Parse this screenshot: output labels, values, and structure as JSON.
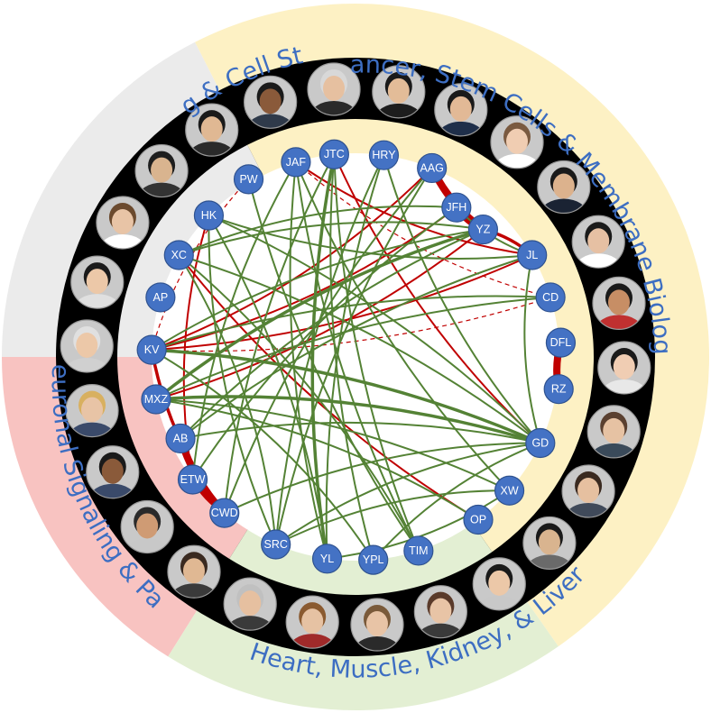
{
  "sections": [
    {
      "label": "Cancer, Stem Cells & Membrane Biology",
      "color": "#fdf1c4"
    },
    {
      "label": "Aging & Cell Stress",
      "color": "#ebebeb"
    },
    {
      "label": "Neuronal Signaling & Pain",
      "color": "#f8c3c1"
    },
    {
      "label": "Heart, Muscle, Kidney, & Liver",
      "color": "#e3efd3"
    }
  ],
  "colors": {
    "label_text": "#3d6ec2",
    "node_fill": "#4472c4",
    "node_stroke": "#2f528f",
    "edge_red": "#c00000",
    "edge_green": "#548235",
    "portrait_ring": "#000000"
  },
  "nodes": [
    {
      "id": "JAF"
    },
    {
      "id": "JTC"
    },
    {
      "id": "HRY"
    },
    {
      "id": "AAG"
    },
    {
      "id": "JFH"
    },
    {
      "id": "YZ"
    },
    {
      "id": "JL"
    },
    {
      "id": "CD"
    },
    {
      "id": "DFL"
    },
    {
      "id": "RZ"
    },
    {
      "id": "GD"
    },
    {
      "id": "XW"
    },
    {
      "id": "OP"
    },
    {
      "id": "TIM"
    },
    {
      "id": "YPL"
    },
    {
      "id": "YL"
    },
    {
      "id": "SRC"
    },
    {
      "id": "CWD"
    },
    {
      "id": "ETW"
    },
    {
      "id": "AB"
    },
    {
      "id": "MXZ"
    },
    {
      "id": "KV"
    },
    {
      "id": "AP"
    },
    {
      "id": "XC"
    },
    {
      "id": "HK"
    },
    {
      "id": "PW"
    }
  ],
  "edges": [
    {
      "from": "AAG",
      "to": "YZ",
      "color": "red",
      "weight": 3
    },
    {
      "from": "JFH",
      "to": "YZ",
      "color": "red",
      "weight": 3
    },
    {
      "from": "AAG",
      "to": "JFH",
      "color": "red",
      "weight": 2
    },
    {
      "from": "DFL",
      "to": "RZ",
      "color": "red",
      "weight": 3
    },
    {
      "from": "AB",
      "to": "CWD",
      "color": "red",
      "weight": 3
    },
    {
      "from": "KV",
      "to": "CWD",
      "color": "red",
      "weight": 2
    },
    {
      "from": "ETW",
      "to": "CWD",
      "color": "red",
      "weight": 2
    },
    {
      "from": "KV",
      "to": "AAG",
      "color": "red",
      "weight": 1
    },
    {
      "from": "KV",
      "to": "JFH",
      "color": "red",
      "weight": 1
    },
    {
      "from": "KV",
      "to": "JL",
      "color": "red",
      "weight": 1
    },
    {
      "from": "MXZ",
      "to": "YZ",
      "color": "red",
      "weight": 1
    },
    {
      "from": "KV",
      "to": "CD",
      "color": "red",
      "weight": 0,
      "dashed": true
    },
    {
      "from": "XC",
      "to": "OP",
      "color": "red",
      "weight": 1
    },
    {
      "from": "JTC",
      "to": "GD",
      "color": "red",
      "weight": 1
    },
    {
      "from": "JAF",
      "to": "CD",
      "color": "red",
      "weight": 0,
      "dashed": true
    },
    {
      "from": "PW",
      "to": "KV",
      "color": "red",
      "weight": 0,
      "dashed": true
    },
    {
      "from": "JL",
      "to": "YZ",
      "color": "red",
      "weight": 2
    },
    {
      "from": "JAF",
      "to": "JL",
      "color": "red",
      "weight": 1
    },
    {
      "from": "HK",
      "to": "ETW",
      "color": "red",
      "weight": 1
    },
    {
      "from": "HK",
      "to": "SRC",
      "color": "green",
      "weight": 1
    },
    {
      "from": "JAF",
      "to": "ETW",
      "color": "green",
      "weight": 1
    },
    {
      "from": "JAF",
      "to": "TIM",
      "color": "green",
      "weight": 1
    },
    {
      "from": "JAF",
      "to": "XW",
      "color": "green",
      "weight": 1
    },
    {
      "from": "JAF",
      "to": "YL",
      "color": "green",
      "weight": 1
    },
    {
      "from": "JTC",
      "to": "YL",
      "color": "green",
      "weight": 2
    },
    {
      "from": "JTC",
      "to": "YPL",
      "color": "green",
      "weight": 1
    },
    {
      "from": "JTC",
      "to": "TIM",
      "color": "green",
      "weight": 1
    },
    {
      "from": "JTC",
      "to": "CWD",
      "color": "green",
      "weight": 1
    },
    {
      "from": "HRY",
      "to": "YL",
      "color": "green",
      "weight": 1
    },
    {
      "from": "HRY",
      "to": "SRC",
      "color": "green",
      "weight": 1
    },
    {
      "from": "HRY",
      "to": "GD",
      "color": "green",
      "weight": 1
    },
    {
      "from": "AAG",
      "to": "CWD",
      "color": "green",
      "weight": 1
    },
    {
      "from": "YZ",
      "to": "MXZ",
      "color": "green",
      "weight": 2
    },
    {
      "from": "YZ",
      "to": "AB",
      "color": "green",
      "weight": 1
    },
    {
      "from": "YZ",
      "to": "XC",
      "color": "green",
      "weight": 1
    },
    {
      "from": "YZ",
      "to": "KV",
      "color": "green",
      "weight": 1
    },
    {
      "from": "JFH",
      "to": "ETW",
      "color": "green",
      "weight": 1
    },
    {
      "from": "JFH",
      "to": "XC",
      "color": "green",
      "weight": 1
    },
    {
      "from": "JL",
      "to": "AB",
      "color": "green",
      "weight": 1
    },
    {
      "from": "CD",
      "to": "MXZ",
      "color": "green",
      "weight": 1
    },
    {
      "from": "GD",
      "to": "KV",
      "color": "green",
      "weight": 2
    },
    {
      "from": "GD",
      "to": "MXZ",
      "color": "green",
      "weight": 2
    },
    {
      "from": "GD",
      "to": "AB",
      "color": "green",
      "weight": 1
    },
    {
      "from": "GD",
      "to": "XC",
      "color": "green",
      "weight": 1
    },
    {
      "from": "GD",
      "to": "HK",
      "color": "green",
      "weight": 1
    },
    {
      "from": "GD",
      "to": "YPL",
      "color": "green",
      "weight": 1
    },
    {
      "from": "GD",
      "to": "CWD",
      "color": "green",
      "weight": 1
    },
    {
      "from": "GD",
      "to": "SRC",
      "color": "green",
      "weight": 1
    },
    {
      "from": "XW",
      "to": "SRC",
      "color": "green",
      "weight": 1
    },
    {
      "from": "XW",
      "to": "MXZ",
      "color": "green",
      "weight": 1
    },
    {
      "from": "OP",
      "to": "MXZ",
      "color": "green",
      "weight": 1
    },
    {
      "from": "TIM",
      "to": "XC",
      "color": "green",
      "weight": 1
    },
    {
      "from": "YPL",
      "to": "KV",
      "color": "green",
      "weight": 1
    },
    {
      "from": "YL",
      "to": "HK",
      "color": "green",
      "weight": 1
    },
    {
      "from": "YL",
      "to": "XW",
      "color": "green",
      "weight": 1
    },
    {
      "from": "SRC",
      "to": "XC",
      "color": "green",
      "weight": 1
    },
    {
      "from": "PW",
      "to": "TIM",
      "color": "green",
      "weight": 1
    },
    {
      "from": "HK",
      "to": "JL",
      "color": "green",
      "weight": 1
    },
    {
      "from": "CD",
      "to": "KV",
      "color": "green",
      "weight": 1
    },
    {
      "from": "AAG",
      "to": "SRC",
      "color": "green",
      "weight": 1
    },
    {
      "from": "JL",
      "to": "GD",
      "color": "green",
      "weight": 1
    },
    {
      "from": "JFH",
      "to": "JL",
      "color": "green",
      "weight": 1
    }
  ],
  "portraits": [
    {
      "name": "portrait-1",
      "skin": "#e8c4a6",
      "hair": "#6b4a2e",
      "shirt": "#ffffff"
    },
    {
      "name": "portrait-2",
      "skin": "#d9b48f",
      "hair": "#1e1e1e",
      "shirt": "#333333"
    },
    {
      "name": "portrait-3",
      "skin": "#e0b893",
      "hair": "#1a1a1a",
      "shirt": "#2a2a2a"
    },
    {
      "name": "portrait-4",
      "skin": "#8a5a3a",
      "hair": "#1a1a1a",
      "shirt": "#2f3a4a"
    },
    {
      "name": "portrait-5",
      "skin": "#e6c0a0",
      "hair": "#d8d8d8",
      "shirt": "#2a2a2a"
    },
    {
      "name": "portrait-6",
      "skin": "#e3bc98",
      "hair": "#1a1a1a",
      "shirt": "#1d1d1d"
    },
    {
      "name": "portrait-7",
      "skin": "#e2b996",
      "hair": "#1a1a1a",
      "shirt": "#1f2f4a"
    },
    {
      "name": "portrait-8",
      "skin": "#f0cdb2",
      "hair": "#7a5a40",
      "shirt": "#ffffff"
    },
    {
      "name": "portrait-9",
      "skin": "#dcb28d",
      "hair": "#1a1a1a",
      "shirt": "#1a2333"
    },
    {
      "name": "portrait-10",
      "skin": "#e6c0a3",
      "hair": "#1a1a1a",
      "shirt": "#ffffff"
    },
    {
      "name": "portrait-11",
      "skin": "#c78e65",
      "hair": "#1a1a1a",
      "shirt": "#c03030"
    },
    {
      "name": "portrait-12",
      "skin": "#f0cdb3",
      "hair": "#1a1a1a",
      "shirt": "#e8e8e8"
    },
    {
      "name": "portrait-13",
      "skin": "#e6c2a3",
      "hair": "#5a4030",
      "shirt": "#3a4a5a"
    },
    {
      "name": "portrait-14",
      "skin": "#e6c0a0",
      "hair": "#3a2a20",
      "shirt": "#404a5a"
    },
    {
      "name": "portrait-15",
      "skin": "#d9b48f",
      "hair": "#1a1a1a",
      "shirt": "#6a6a6a"
    },
    {
      "name": "portrait-16",
      "skin": "#ecc8a8",
      "hair": "#1a1a1a",
      "shirt": "#c8c8c8"
    },
    {
      "name": "portrait-17",
      "skin": "#e8c4a6",
      "hair": "#5a3a2a",
      "shirt": "#3a3a3a"
    },
    {
      "name": "portrait-18",
      "skin": "#e8c4a6",
      "hair": "#7a5a3a",
      "shirt": "#2a2a2a"
    },
    {
      "name": "portrait-19",
      "skin": "#e6c2a3",
      "hair": "#8a5a30",
      "shirt": "#a02a2a"
    },
    {
      "name": "portrait-20",
      "skin": "#e6c0a0",
      "hair": "#c0c0c0",
      "shirt": "#3a3a3a"
    },
    {
      "name": "portrait-21",
      "skin": "#e0b893",
      "hair": "#3a2a20",
      "shirt": "#3a3a3a"
    },
    {
      "name": "portrait-22",
      "skin": "#cf9b74",
      "hair": "#2a2a2a",
      "shirt": "#c8c8c8"
    },
    {
      "name": "portrait-23",
      "skin": "#8a5a3a",
      "hair": "#1a1a1a",
      "shirt": "#3a4a6a"
    },
    {
      "name": "portrait-24",
      "skin": "#e8c4a6",
      "hair": "#d8b060",
      "shirt": "#3a4a6a"
    },
    {
      "name": "portrait-25",
      "skin": "#ecc8a8",
      "hair": "#e0e0e0",
      "shirt": "#d0d0d0"
    },
    {
      "name": "portrait-26",
      "skin": "#ecc8a8",
      "hair": "#1a1a1a",
      "shirt": "#e0e0e0"
    }
  ]
}
